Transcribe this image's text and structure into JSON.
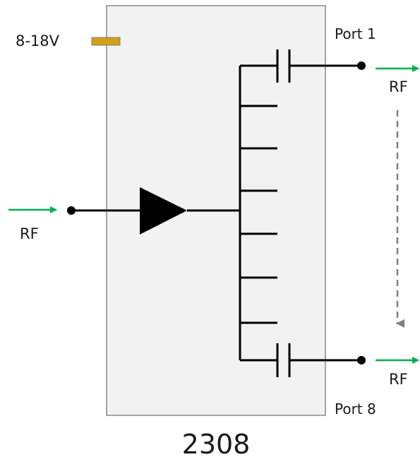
{
  "module": {
    "model": "2308",
    "power_label": "8-18V",
    "power_connector_color": "#D4A017",
    "box_fill": "#F2F2F2",
    "box_border": "#888888"
  },
  "input": {
    "signal_label": "RF",
    "arrow_color": "#00B050"
  },
  "outputs": {
    "first_port_label": "Port 1",
    "last_port_label": "Port 8",
    "first_signal_label": "RF",
    "last_signal_label": "RF",
    "arrow_color": "#00B050",
    "dashed_arrow_color": "#808080",
    "port_count": 8
  },
  "icons": {
    "amplifier": "triangle-amplifier-icon",
    "capacitor": "capacitor-icon",
    "terminal": "terminal-dot-icon"
  }
}
